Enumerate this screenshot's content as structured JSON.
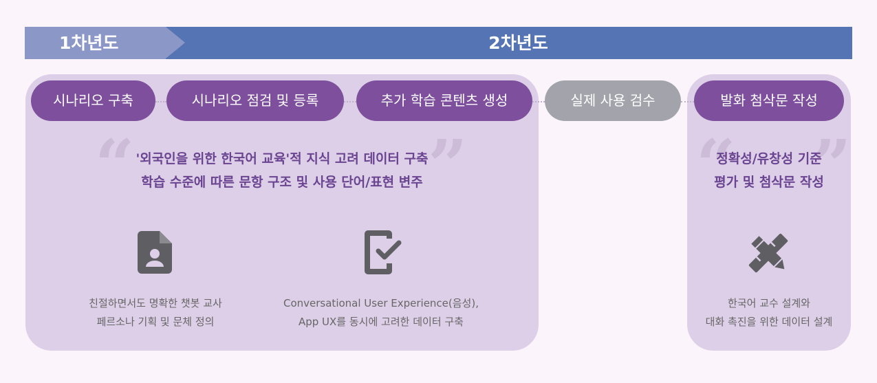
{
  "timeline": {
    "year1": "1차년도",
    "year2": "2차년도"
  },
  "steps": [
    {
      "label": "시나리오 구축"
    },
    {
      "label": "시나리오 점검 및 등록"
    },
    {
      "label": "추가 학습 콘텐츠 생성"
    },
    {
      "label": "실제 사용 검수"
    },
    {
      "label": "발화 첨삭문 작성"
    }
  ],
  "left_panel": {
    "quote_lines": [
      "'외국인을 위한 한국어 교육'적 지식 고려 데이터 구축",
      "학습 수준에 따른 문항 구조 및 사용 단어/표현 변주"
    ],
    "items": [
      {
        "icon": "person-document-icon",
        "caption_lines": [
          "친절하면서도 명확한 챗봇 교사",
          "페르소나 기획 및 문체 정의"
        ]
      },
      {
        "icon": "phone-check-icon",
        "caption_lines": [
          "Conversational User Experience(음성),",
          "App UX를 동시에 고려한 데이터 구축"
        ]
      }
    ]
  },
  "right_panel": {
    "quote_lines": [
      "정확성/유창성 기준",
      "평가 및 첨삭문 작성"
    ],
    "item": {
      "icon": "pencil-ruler-icon",
      "caption_lines": [
        "한국어 교수 설계와",
        "대화 촉진을 위한 데이터 설계"
      ]
    }
  },
  "colors": {
    "background": "#fbf4fb",
    "timeline_year1": "#8b97c7",
    "timeline_year2": "#5474b4",
    "panel": "#ddcfe7",
    "pill_purple": "#7d4f9d",
    "pill_gray": "#a2a3ab",
    "quote_text": "#6a4491",
    "quote_mark": "#cdbcd8",
    "icon": "#5f5f63",
    "caption": "#666666"
  }
}
